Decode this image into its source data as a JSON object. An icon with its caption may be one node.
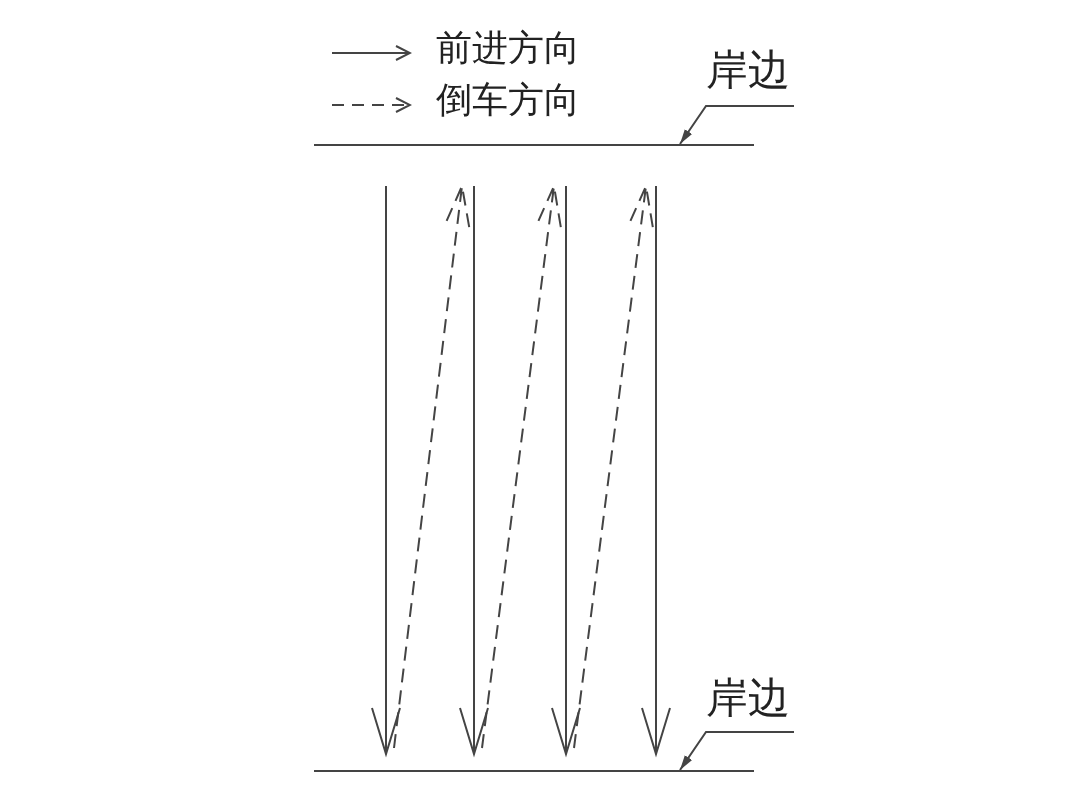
{
  "diagram": {
    "nodes": [
      {
        "text": [
          "岸边"
        ]
      },
      {
        "text": [],
        "shape": "line"
      },
      {
        "text": [
          "岸边"
        ]
      },
      {
        "text": [],
        "shape": "line"
      }
    ],
    "edges": [
      {
        "from": 0,
        "to": 1,
        "arrow": "to"
      },
      {
        "from": 2,
        "to": 3,
        "arrow": "to"
      }
    ],
    "legend": [
      {
        "text": "前进方向"
      },
      {
        "text": "倒车方向"
      }
    ]
  }
}
